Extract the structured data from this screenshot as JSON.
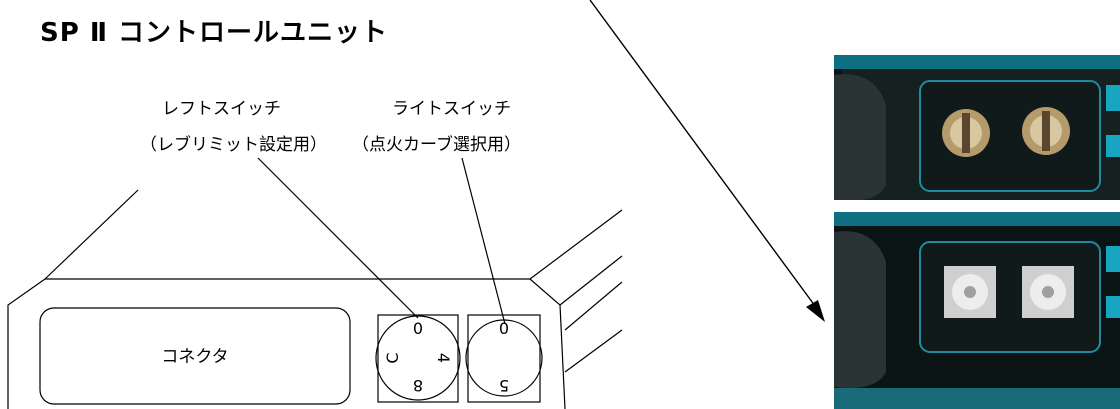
{
  "title": "SP Ⅱ コントロールユニット",
  "labels": {
    "left_switch_name": "レフトスイッチ",
    "left_switch_desc": "（レブリミット設定用）",
    "right_switch_name": "ライトスイッチ",
    "right_switch_desc": "（点火カーブ選択用）",
    "connector": "コネクタ"
  },
  "left_dial": {
    "top": "0",
    "right": "4",
    "bottom": "8",
    "left": "C"
  },
  "right_dial": {
    "top": "0",
    "bottom": "5"
  },
  "colors": {
    "line": "#000000",
    "photo_housing": "#0b1414",
    "photo_teal": "#18a5c2",
    "photo_knob": "#c8b48c",
    "photo_dial": "#d9d9d9"
  }
}
